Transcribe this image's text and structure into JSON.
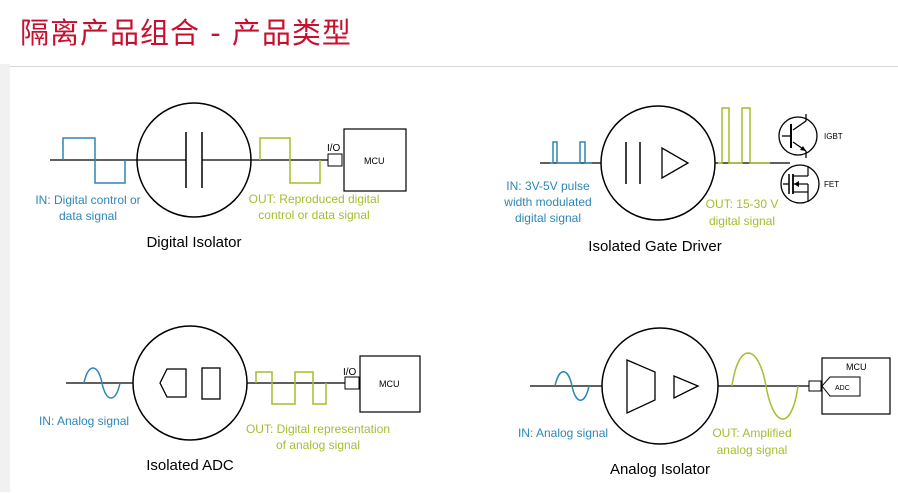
{
  "title": "隔离产品组合 - 产品类型",
  "colors": {
    "title": "#c8102e",
    "input": "#2f86b6",
    "output": "#a6bd2f",
    "line": "#000000"
  },
  "quadrants": {
    "digital_isolator": {
      "name": "Digital Isolator",
      "input": [
        "IN: Digital control or",
        "data signal"
      ],
      "output": [
        "OUT: Reproduced digital",
        "control or data signal"
      ],
      "io_label": "I/O",
      "mcu_label": "MCU"
    },
    "gate_driver": {
      "name": "Isolated Gate Driver",
      "input": [
        "IN: 3V-5V pulse",
        "width modulated",
        "digital signal"
      ],
      "output": [
        "OUT: 15-30 V",
        "digital signal"
      ],
      "igbt_label": "IGBT",
      "fet_label": "FET"
    },
    "isolated_adc": {
      "name": "Isolated ADC",
      "input": [
        "IN: Analog signal"
      ],
      "output": [
        "OUT: Digital representation",
        "of analog signal"
      ],
      "io_label": "I/O",
      "mcu_label": "MCU"
    },
    "analog_isolator": {
      "name": "Analog Isolator",
      "input": [
        "IN: Analog signal"
      ],
      "output": [
        "OUT: Amplified",
        "analog signal"
      ],
      "mcu_label": "MCU",
      "adc_label": "ADC"
    }
  }
}
